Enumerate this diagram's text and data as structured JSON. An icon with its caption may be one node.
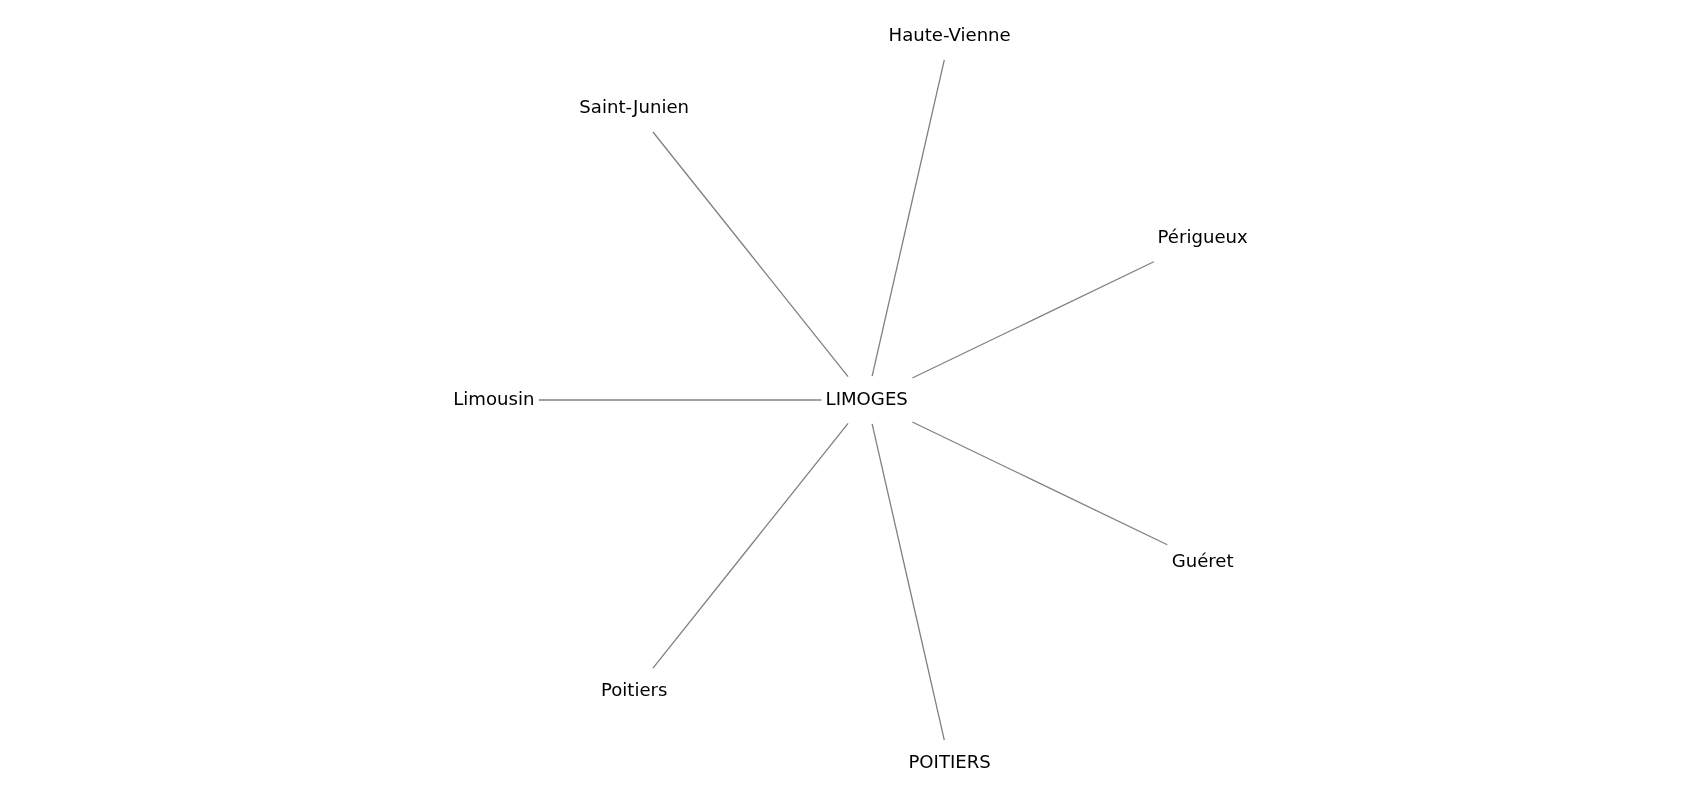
{
  "diagram": {
    "nodes": [
      {
        "text": [
          "Haute-Vienne"
        ]
      },
      {
        "text": [
          "Périgueux"
        ]
      },
      {
        "text": [
          "Saint-Junien"
        ]
      },
      {
        "text": [
          "Guéret"
        ]
      },
      {
        "text": [
          "LIMOGES"
        ]
      },
      {
        "text": [
          "Limousin"
        ]
      },
      {
        "text": [
          "POITIERS"
        ]
      },
      {
        "text": [
          "Poitiers"
        ]
      }
    ],
    "edges": [
      {
        "from": 4,
        "to": 0,
        "arrow": "none"
      },
      {
        "from": 4,
        "to": 1,
        "arrow": "none"
      },
      {
        "from": 4,
        "to": 3,
        "arrow": "none"
      },
      {
        "from": 4,
        "to": 6,
        "arrow": "none"
      },
      {
        "from": 4,
        "to": 7,
        "arrow": "none"
      },
      {
        "from": 4,
        "to": 5,
        "arrow": "none"
      },
      {
        "from": 4,
        "to": 2,
        "arrow": "none"
      }
    ]
  }
}
